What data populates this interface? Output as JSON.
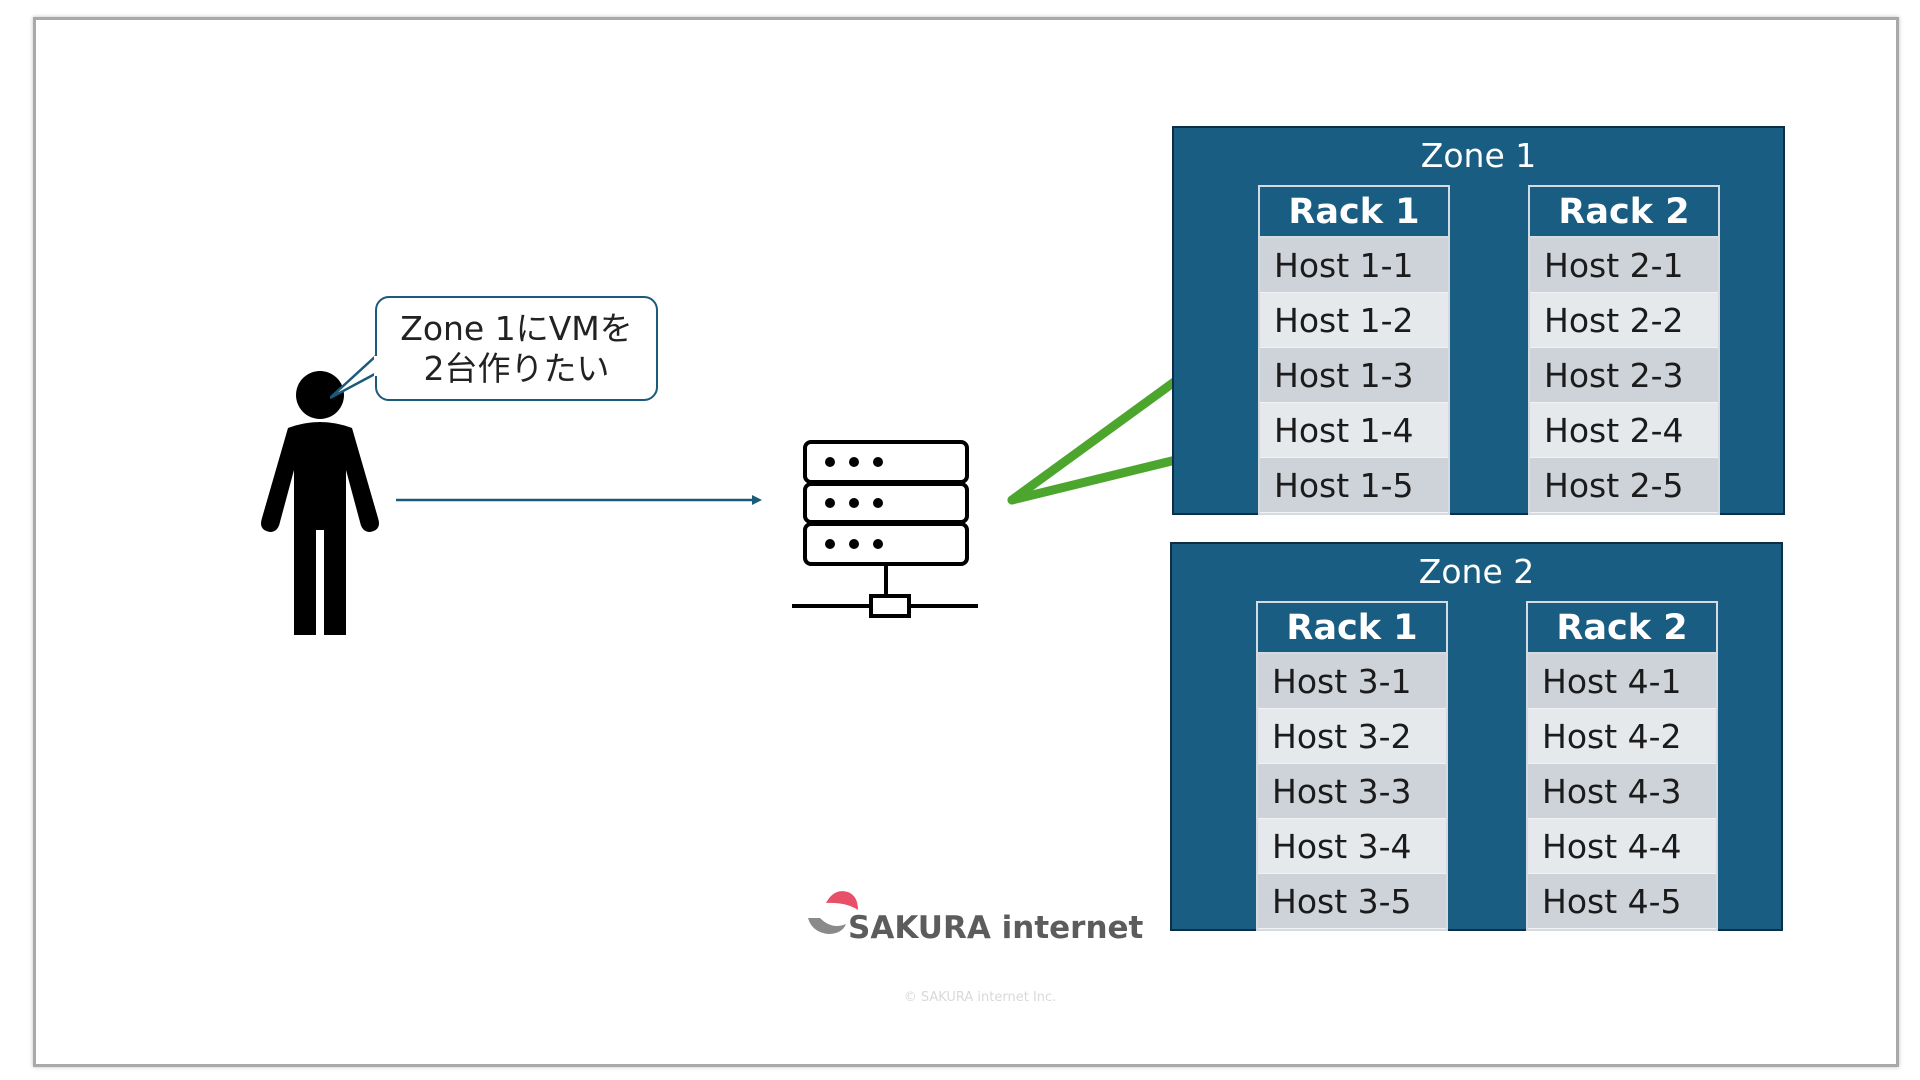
{
  "bubble": {
    "line1": "Zone 1にVMを",
    "line2": "2台作りたい"
  },
  "zones": [
    {
      "title": "Zone 1",
      "racks": [
        {
          "title": "Rack 1",
          "hosts": [
            "Host 1-1",
            "Host 1-2",
            "Host 1-3",
            "Host 1-4",
            "Host 1-5"
          ]
        },
        {
          "title": "Rack 2",
          "hosts": [
            "Host 2-1",
            "Host 2-2",
            "Host 2-3",
            "Host 2-4",
            "Host 2-5"
          ]
        }
      ]
    },
    {
      "title": "Zone 2",
      "racks": [
        {
          "title": "Rack 1",
          "hosts": [
            "Host 3-1",
            "Host 3-2",
            "Host 3-3",
            "Host 3-4",
            "Host 3-5"
          ]
        },
        {
          "title": "Rack 2",
          "hosts": [
            "Host 4-1",
            "Host 4-2",
            "Host 4-3",
            "Host 4-4",
            "Host 4-5"
          ]
        }
      ]
    }
  ],
  "logo": {
    "text": "SAKURA internet"
  },
  "copyright": "© SAKURA internet Inc.",
  "colors": {
    "zone_bg": "#1a5d82",
    "arrow_green": "#4ca62e",
    "arrow_line": "#1a5a7a",
    "logo_pink": "#e8506a"
  },
  "icons": {
    "person": "person-icon",
    "server": "server-icon",
    "logo": "sakura-logo-icon"
  }
}
